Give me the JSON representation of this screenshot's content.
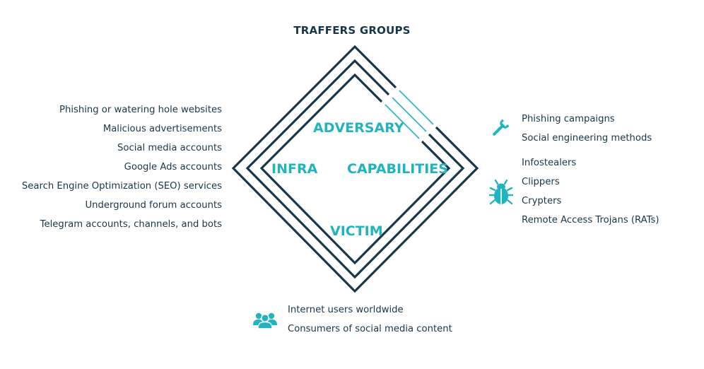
{
  "title": "TRAFFERS GROUPS",
  "vertices": {
    "adversary": "ADVERSARY",
    "infrastructure": "INFRA",
    "capabilities": "CAPABILITIES",
    "victim": "VICTIM"
  },
  "infrastructure_items": [
    "Phishing or watering hole websites",
    "Malicious advertisements",
    "Social media accounts",
    "Google Ads accounts",
    "Search Engine Optimization (SEO) services",
    "Underground forum accounts",
    "Telegram accounts, channels, and bots"
  ],
  "capabilities": {
    "tools_icon": "wrench-icon",
    "tools": [
      "Phishing campaigns",
      "Social engineering methods"
    ],
    "malware_icon": "bug-icon",
    "malware": [
      "Infostealers",
      "Clippers",
      "Crypters",
      "Remote Access Trojans (RATs)"
    ]
  },
  "victims": {
    "icon": "users-icon",
    "items": [
      "Internet users worldwide",
      "Consumers of social media content"
    ]
  },
  "colors": {
    "dark": "#17374b",
    "accent": "#22b3c0",
    "background": "#ffffff"
  }
}
